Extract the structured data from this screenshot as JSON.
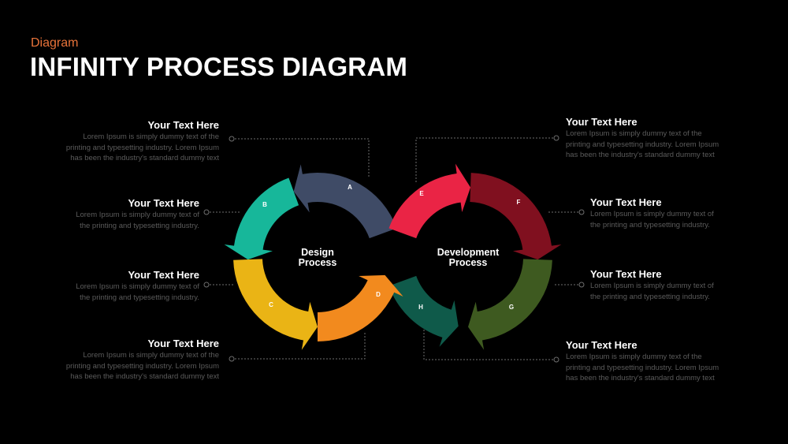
{
  "header": {
    "subtitle": "Diagram",
    "title": "INFINITY PROCESS DIAGRAM"
  },
  "loops": {
    "left_label_1": "Design",
    "left_label_2": "Process",
    "right_label_1": "Development",
    "right_label_2": "Process"
  },
  "segments": [
    {
      "letter": "A",
      "color": "#3f4b66"
    },
    {
      "letter": "B",
      "color": "#17b79a"
    },
    {
      "letter": "C",
      "color": "#eab415"
    },
    {
      "letter": "D",
      "color": "#f28a1e"
    },
    {
      "letter": "E",
      "color": "#ea2445"
    },
    {
      "letter": "F",
      "color": "#80101f"
    },
    {
      "letter": "G",
      "color": "#3e5a20"
    },
    {
      "letter": "H",
      "color": "#0f5a4a"
    }
  ],
  "blocks": [
    {
      "heading": "Your Text Here",
      "line1": "Lorem Ipsum is simply dummy text of the",
      "line2": "printing and typesetting industry. Lorem Ipsum",
      "line3": "has been the industry's standard dummy text"
    },
    {
      "heading": "Your Text Here",
      "line1": "Lorem Ipsum is simply dummy text of",
      "line2": "the printing and typesetting industry.",
      "line3": ""
    },
    {
      "heading": "Your Text Here",
      "line1": "Lorem Ipsum is simply dummy text of",
      "line2": "the printing and typesetting industry.",
      "line3": ""
    },
    {
      "heading": "Your Text Here",
      "line1": "Lorem Ipsum is simply dummy text of the",
      "line2": "printing and typesetting industry. Lorem Ipsum",
      "line3": "has been the industry's standard dummy text"
    },
    {
      "heading": "Your Text Here",
      "line1": "Lorem Ipsum is simply dummy text of the",
      "line2": "printing and typesetting industry. Lorem Ipsum",
      "line3": "has been the industry's standard dummy text"
    },
    {
      "heading": "Your Text Here",
      "line1": "Lorem Ipsum is simply dummy text of",
      "line2": "the printing and typesetting industry.",
      "line3": ""
    },
    {
      "heading": "Your Text Here",
      "line1": "Lorem Ipsum is simply dummy text of",
      "line2": "the printing and typesetting industry.",
      "line3": ""
    },
    {
      "heading": "Your Text Here",
      "line1": "Lorem Ipsum is simply dummy text of the",
      "line2": "printing and typesetting industry. Lorem Ipsum",
      "line3": "has been the industry's standard dummy text"
    }
  ],
  "connector_color": "#6e6e6e"
}
